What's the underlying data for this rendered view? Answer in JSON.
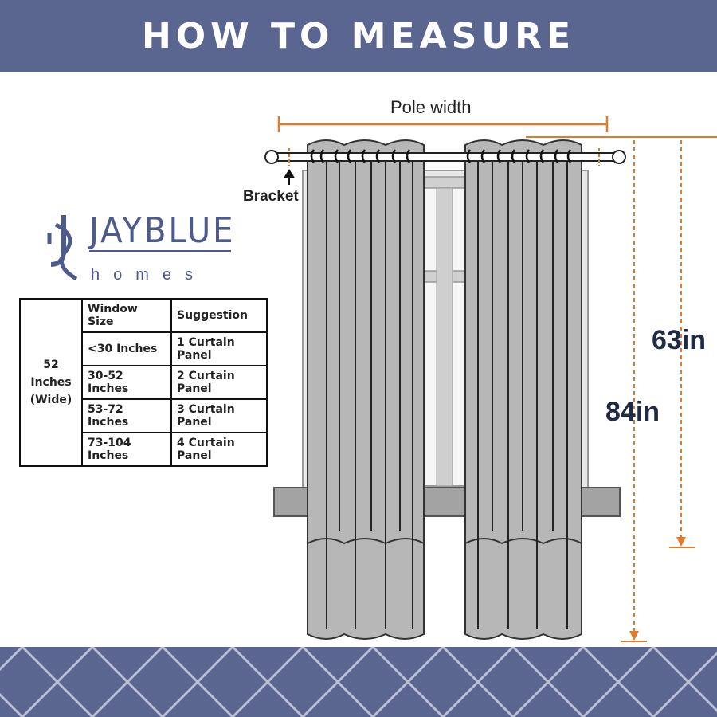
{
  "header": {
    "title": "HOW TO MEASURE"
  },
  "logo": {
    "brand": "JAYBLUE",
    "tagline": "homes"
  },
  "size_table": {
    "fabric_width": "52 Inches",
    "fabric_width_note": "(Wide)",
    "headers": [
      "Window Size",
      "Suggestion"
    ],
    "rows": [
      [
        "<30 Inches",
        "1 Curtain Panel"
      ],
      [
        "30-52 Inches",
        "2 Curtain Panel"
      ],
      [
        "53-72 Inches",
        "3 Curtain Panel"
      ],
      [
        "73-104 Inches",
        "4 Curtain Panel"
      ]
    ]
  },
  "diagram": {
    "pole_label": "Pole width",
    "bracket_label": "Bracket",
    "length_short": "63in",
    "length_long": "84in"
  },
  "colors": {
    "banner": "#5a6590",
    "brand": "#4d5a8c",
    "measure_line": "#e07b2c",
    "curtain": "#b7b7b7",
    "dimension_text": "#1f2a44"
  }
}
